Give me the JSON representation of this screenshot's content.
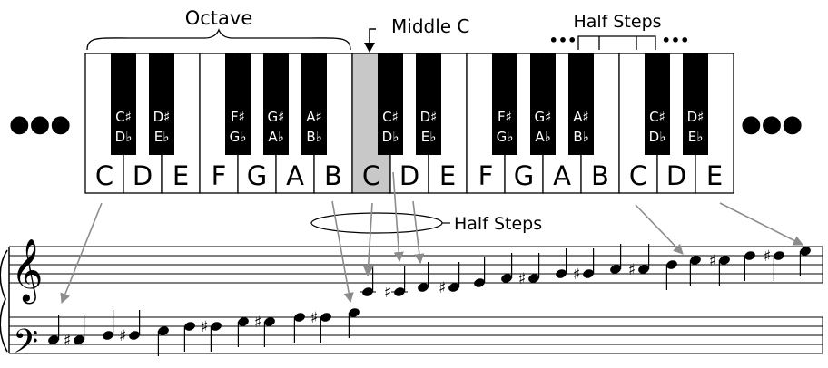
{
  "labels": {
    "octave": "Octave",
    "middle_c": "Middle C",
    "half_steps_top": "Half Steps",
    "half_steps_mid": "Half Steps",
    "ellipsis_left": "●●●",
    "ellipsis_right": "●●●",
    "ellipsis_small_left": "•••",
    "ellipsis_small_right": "•••"
  },
  "white_keys": [
    "C",
    "D",
    "E",
    "F",
    "G",
    "A",
    "B",
    "C",
    "D",
    "E",
    "F",
    "G",
    "A",
    "B",
    "C",
    "D",
    "E"
  ],
  "highlighted_white_key_index": 7,
  "black_keys": [
    {
      "sharp": "C♯",
      "flat": "D♭"
    },
    {
      "sharp": "D♯",
      "flat": "E♭"
    },
    {
      "sharp": "F♯",
      "flat": "G♭"
    },
    {
      "sharp": "G♯",
      "flat": "A♭"
    },
    {
      "sharp": "A♯",
      "flat": "B♭"
    },
    {
      "sharp": "C♯",
      "flat": "D♭"
    },
    {
      "sharp": "D♯",
      "flat": "E♭"
    },
    {
      "sharp": "F♯",
      "flat": "G♭"
    },
    {
      "sharp": "G♯",
      "flat": "A♭"
    },
    {
      "sharp": "A♯",
      "flat": "B♭"
    },
    {
      "sharp": "C♯",
      "flat": "D♭"
    },
    {
      "sharp": "D♯",
      "flat": "E♭"
    }
  ],
  "staff": {
    "treble_clef": "𝄞",
    "bass_clef": "𝄢",
    "sharp_symbol": "♯",
    "bass_notes": [
      "C",
      "C♯",
      "D",
      "D♯",
      "E",
      "F",
      "F♯",
      "G",
      "G♯",
      "A",
      "A♯",
      "B"
    ],
    "treble_notes": [
      "C",
      "C♯",
      "D",
      "D♯",
      "E",
      "F",
      "F♯",
      "G",
      "G♯",
      "A",
      "A♯",
      "B",
      "C",
      "C♯",
      "D",
      "D♯",
      "E"
    ]
  }
}
